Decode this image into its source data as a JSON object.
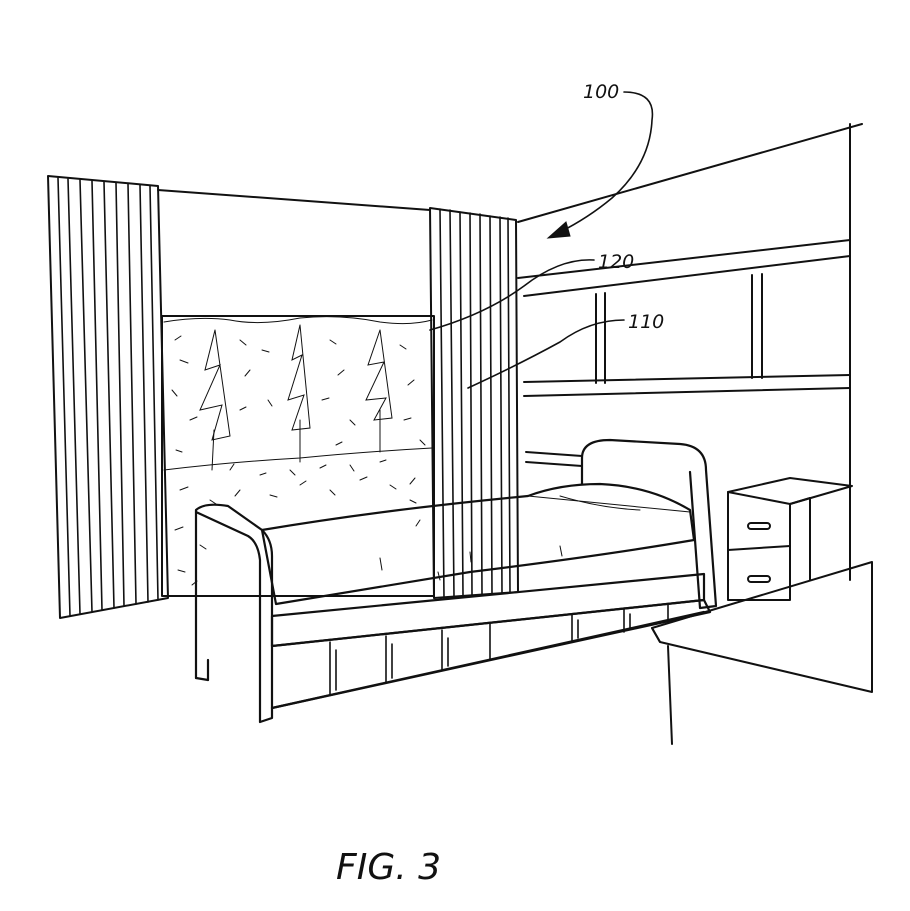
{
  "figure": {
    "caption": "FIG. 3",
    "references": {
      "room": "100",
      "display_surface": "110",
      "virtual_window": "120"
    }
  }
}
